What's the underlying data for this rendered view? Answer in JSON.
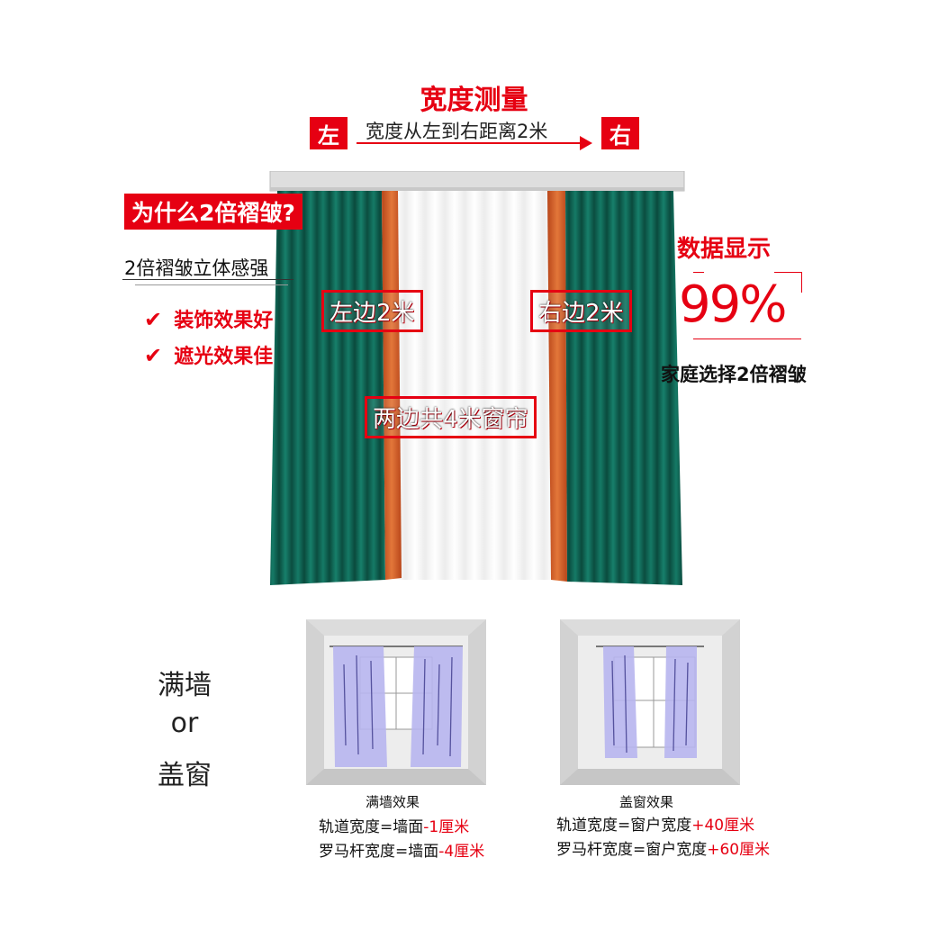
{
  "header": {
    "title": "宽度测量",
    "left_tag": "左",
    "right_tag": "右",
    "arrow_text": "宽度从左到右距离2米"
  },
  "left_panel": {
    "question": "为什么2倍褶皱?",
    "subtitle": "2倍褶皱立体感强",
    "features": [
      "装饰效果好",
      "遮光效果佳"
    ]
  },
  "right_panel": {
    "title": "数据显示",
    "percent": "99%",
    "caption": "家庭选择2倍褶皱"
  },
  "curtain_labels": {
    "left": "左边2米",
    "right": "右边2米",
    "total": "两边共4米窗帘"
  },
  "bottom": {
    "choice_top": "满墙",
    "choice_mid": "or",
    "choice_bottom": "盖窗",
    "full_wall": {
      "caption": "满墙效果",
      "line1_label": "轨道宽度=墙面",
      "line1_value": "-1厘米",
      "line2_label": "罗马杆宽度=墙面",
      "line2_value": "-4厘米"
    },
    "cover_window": {
      "caption": "盖窗效果",
      "line1_label": "轨道宽度=窗户宽度",
      "line1_value": "+40厘米",
      "line2_label": "罗马杆宽度=窗户宽度",
      "line2_value": "+60厘米"
    }
  },
  "colors": {
    "accent": "#e60012",
    "curtain_green": "#0f5e4f",
    "curtain_orange": "#d4602a",
    "sheer": "#f4f4f4"
  }
}
